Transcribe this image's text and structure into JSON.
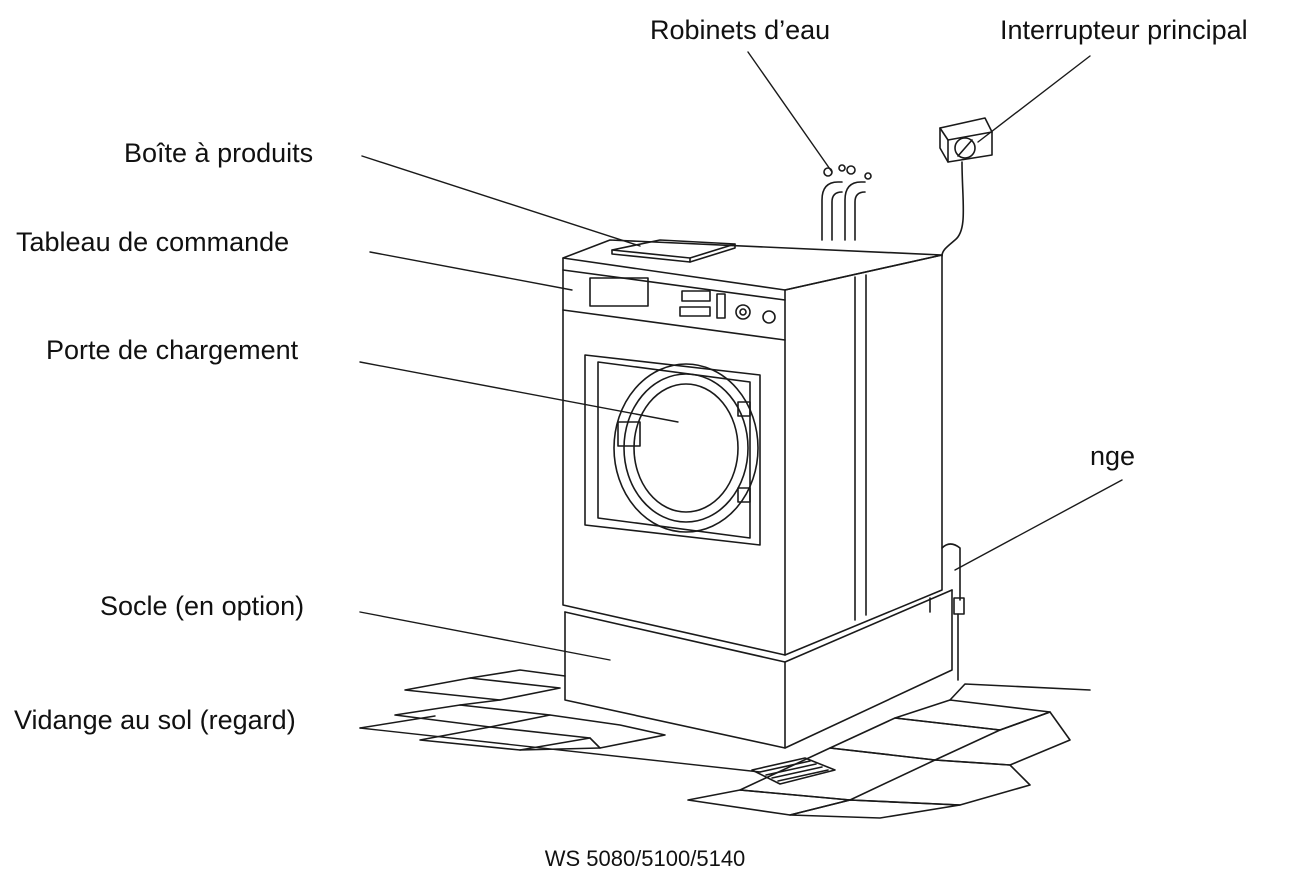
{
  "labels": {
    "robinets": "Robinets d’eau",
    "interrupteur": "Interrupteur principal",
    "boite": "Boîte à produits",
    "tableau": "Tableau de commande",
    "porte": "Porte de chargement",
    "vidange_partial": "nge",
    "socle": "Socle (en option)",
    "vidange_sol": "Vidange au sol (regard)"
  },
  "model": "WS 5080/5100/5140",
  "colors": {
    "line": "#1a1a1a",
    "background": "#ffffff"
  }
}
